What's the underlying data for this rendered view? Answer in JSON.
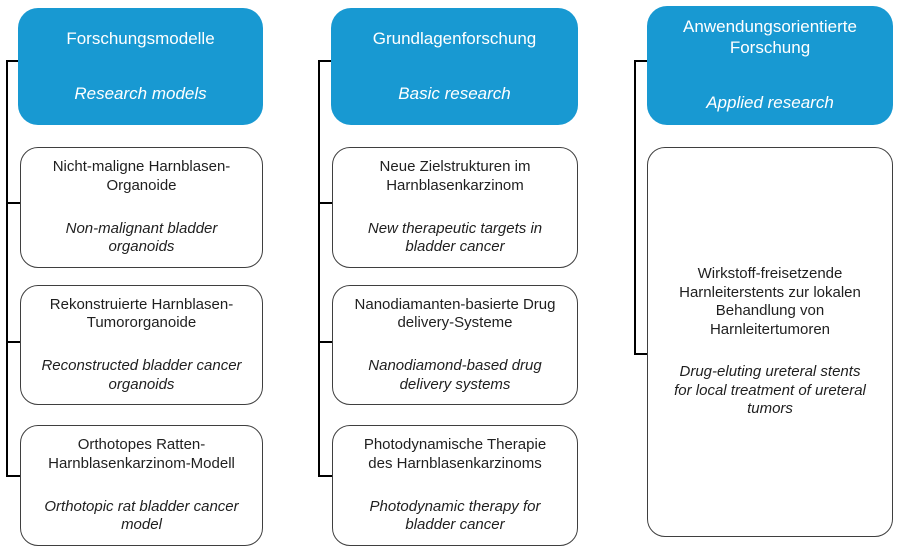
{
  "diagram": {
    "colors": {
      "header_bg": "#1899D2",
      "header_text": "#FFFFFF",
      "box_border": "#3F3F3F",
      "box_text": "#1F1F1F",
      "connector": "#000000"
    },
    "columns": [
      {
        "header": {
          "title_de": "Forschungsmodelle",
          "title_en": "Research models"
        },
        "items": [
          {
            "de": "Nicht-maligne Harnblasen-\nOrganoide",
            "en": "Non-malignant bladder\norganoids"
          },
          {
            "de": "Rekonstruierte Harnblasen-\nTumororganoide",
            "en": "Reconstructed bladder cancer\norganoids"
          },
          {
            "de": "Orthotopes Ratten-\nHarnblasenkarzinom-Modell",
            "en": "Orthotopic rat bladder cancer\nmodel"
          }
        ]
      },
      {
        "header": {
          "title_de": "Grundlagenforschung",
          "title_en": "Basic research"
        },
        "items": [
          {
            "de": "Neue Zielstrukturen im\nHarnblasenkarzinom",
            "en": "New therapeutic targets in\nbladder cancer"
          },
          {
            "de": "Nanodiamanten-basierte Drug\ndelivery-Systeme",
            "en": "Nanodiamond-based drug\ndelivery systems"
          },
          {
            "de": "Photodynamische Therapie\ndes Harnblasenkarzinoms",
            "en": "Photodynamic therapy for\nbladder cancer"
          }
        ]
      },
      {
        "header": {
          "title_de": "Anwendungsorientierte\nForschung",
          "title_en": "Applied research"
        },
        "items": [
          {
            "de": "Wirkstoff-freisetzende\nHarnleiterstents zur lokalen\nBehandlung von\nHarnleitertumoren",
            "en": "Drug-eluting ureteral stents\nfor local treatment of ureteral\ntumors"
          }
        ]
      }
    ]
  }
}
